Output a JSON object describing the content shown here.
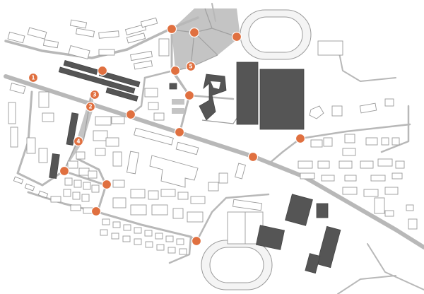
{
  "map": {
    "background_color": "#ffffff",
    "road_color": "#b8b8b8",
    "building_outline_color": "#9a9a9a",
    "dark_building_color": "#555555",
    "highlight_area_color": "#c8c8c8",
    "marker_color": "#e07040",
    "marker_text_color": "#ffffff"
  },
  "markers": [
    {
      "label": "1"
    },
    {
      "label": "2"
    },
    {
      "label": "3"
    },
    {
      "label": "4"
    },
    {
      "label": "5"
    },
    {
      "label": ""
    },
    {
      "label": ""
    },
    {
      "label": ""
    },
    {
      "label": ""
    },
    {
      "label": ""
    },
    {
      "label": ""
    },
    {
      "label": ""
    },
    {
      "label": ""
    },
    {
      "label": ""
    },
    {
      "label": ""
    },
    {
      "label": ""
    },
    {
      "label": ""
    },
    {
      "label": ""
    }
  ]
}
